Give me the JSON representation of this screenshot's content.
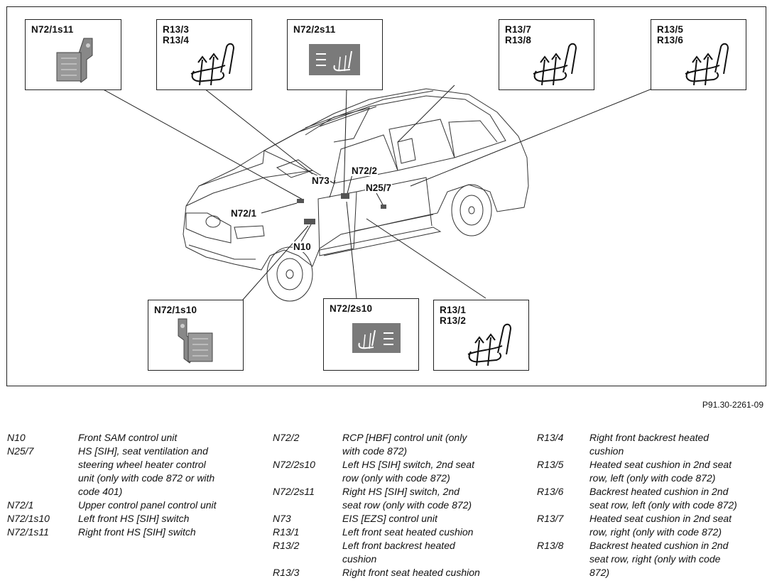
{
  "diagram": {
    "callouts": {
      "n72_1s11": [
        "N72/1s11"
      ],
      "r13_3_4": [
        "R13/3",
        "R13/4"
      ],
      "n72_2s11": [
        "N72/2s11"
      ],
      "r13_7_8": [
        "R13/7",
        "R13/8"
      ],
      "r13_5_6": [
        "R13/5",
        "R13/6"
      ],
      "n72_1s10": [
        "N72/1s10"
      ],
      "n72_2s10": [
        "N72/2s10"
      ],
      "r13_1_2": [
        "R13/1",
        "R13/2"
      ]
    },
    "point_labels": {
      "n73": "N73",
      "n72_2": "N72/2",
      "n25_7": "N25/7",
      "n72_1": "N72/1",
      "n10": "N10"
    },
    "reference": "P91.30-2261-09"
  },
  "legend": {
    "col1": [
      {
        "code": "N10",
        "desc": [
          "Front SAM control unit"
        ]
      },
      {
        "code": "N25/7",
        "desc": [
          "HS [SIH], seat ventilation and",
          "steering wheel heater control",
          "unit (only with code 872 or with",
          "code 401)"
        ]
      },
      {
        "code": "N72/1",
        "desc": [
          "Upper control panel control unit"
        ]
      },
      {
        "code": "N72/1s10",
        "desc": [
          "Left front HS [SIH] switch"
        ]
      },
      {
        "code": "N72/1s11",
        "desc": [
          "Right front HS [SIH] switch"
        ]
      }
    ],
    "col2": [
      {
        "code": "N72/2",
        "desc": [
          "RCP [HBF] control unit (only",
          "with code 872)"
        ]
      },
      {
        "code": "N72/2s10",
        "desc": [
          "Left HS [SIH] switch, 2nd seat",
          "row (only with code 872)"
        ]
      },
      {
        "code": "N72/2s11",
        "desc": [
          "Right HS [SIH] switch, 2nd",
          "seat row (only with code 872)"
        ]
      },
      {
        "code": "N73",
        "desc": [
          "EIS [EZS] control unit"
        ]
      },
      {
        "code": "R13/1",
        "desc": [
          "Left front seat heated cushion"
        ]
      },
      {
        "code": "R13/2",
        "desc": [
          "Left front backrest heated",
          "cushion"
        ]
      },
      {
        "code": "R13/3",
        "desc": [
          "Right front seat heated cushion"
        ]
      }
    ],
    "col3": [
      {
        "code": "R13/4",
        "desc": [
          "Right front backrest heated",
          "cushion"
        ]
      },
      {
        "code": "R13/5",
        "desc": [
          "Heated seat cushion in 2nd seat",
          "row, left (only with code 872)"
        ]
      },
      {
        "code": "R13/6",
        "desc": [
          "Backrest heated cushion in 2nd",
          "seat row, left (only with code 872)"
        ]
      },
      {
        "code": "R13/7",
        "desc": [
          "Heated seat cushion in 2nd seat",
          "row, right (only with code 872)"
        ]
      },
      {
        "code": "R13/8",
        "desc": [
          "Backrest heated cushion in 2nd",
          "seat row, right (only with code",
          "872)"
        ]
      }
    ]
  }
}
